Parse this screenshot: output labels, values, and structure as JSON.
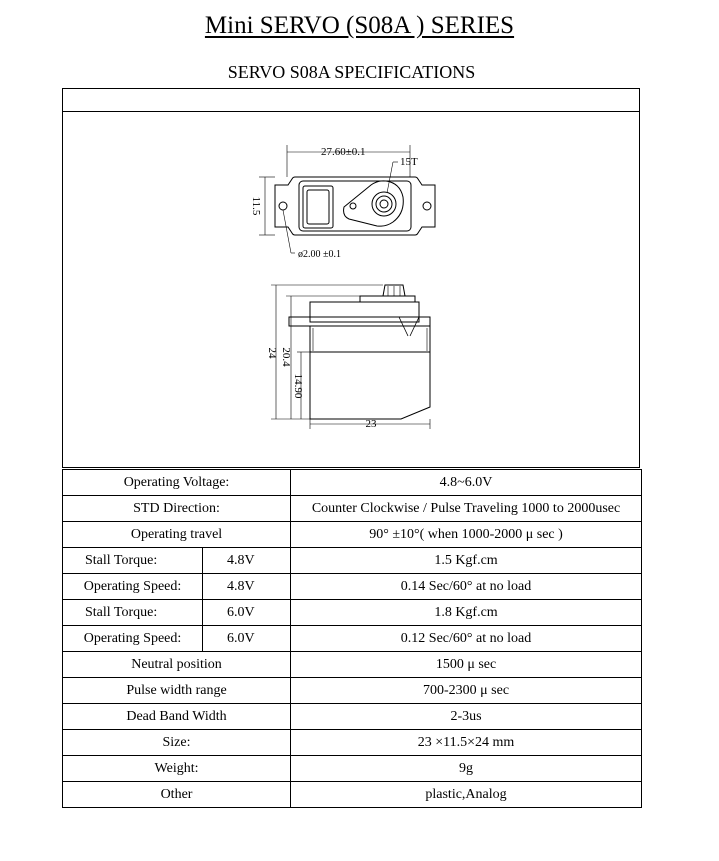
{
  "title": "Mini SERVO (S08A ) SERIES",
  "subtitle": "SERVO S08A  SPECIFICATIONS",
  "drawing": {
    "width_dim": "27.60±0.1",
    "height_dim": "11.5",
    "spline_label": "15T",
    "hole_dim": "ø2.00 ±0.1",
    "overall_height": "24",
    "body_height": "20.4",
    "lower_height": "14.90",
    "body_width": "23"
  },
  "specs": [
    {
      "label": "Operating Voltage:",
      "value": "4.8~6.0V"
    },
    {
      "label": "STD  Direction:",
      "value": "Counter Clockwise / Pulse Traveling 1000 to 2000usec"
    },
    {
      "label": "Operating travel",
      "value": "90° ±10°( when 1000-2000 μ sec )"
    },
    {
      "label": "Stall  Torque:",
      "voltage": "4.8V",
      "value": "1.5 Kgf.cm"
    },
    {
      "label": "Operating Speed:",
      "voltage": "4.8V",
      "value": "0.14 Sec/60° at no load"
    },
    {
      "label": "Stall  Torque:",
      "voltage": "6.0V",
      "value": "1.8 Kgf.cm"
    },
    {
      "label": "Operating Speed:",
      "voltage": "6.0V",
      "value": "0.12 Sec/60° at no load"
    },
    {
      "label": "Neutral position",
      "value": "1500 μ sec"
    },
    {
      "label": "Pulse width range",
      "value": "700-2300 μ sec"
    },
    {
      "label": "Dead Band Width",
      "value": "2-3us"
    },
    {
      "label": "Size:",
      "value": "23 ×11.5×24 mm"
    },
    {
      "label": "Weight:",
      "value": "9g"
    },
    {
      "label": "Other",
      "value": "plastic,Analog"
    }
  ]
}
